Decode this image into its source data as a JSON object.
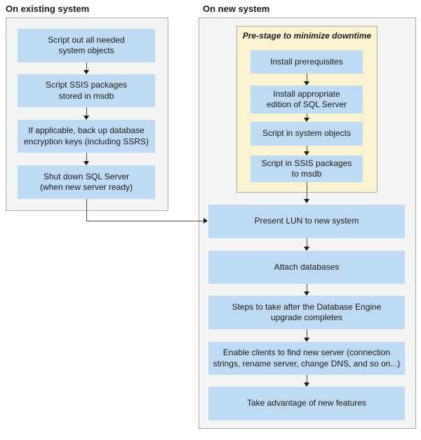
{
  "diagram": {
    "left": {
      "title": "On existing system",
      "steps": [
        "Script out all needed\nsystem objects",
        "Script SSIS packages\nstored in msdb",
        "If applicable, back up database\nencryption keys (including SSRS)",
        "Shut down SQL Server\n(when new server ready)"
      ]
    },
    "right": {
      "title": "On new system",
      "prestage": {
        "title": "Pre-stage to minimize downtime",
        "steps": [
          "Install prerequisites",
          "Install appropriate\nedition of SQL Server",
          "Script in system objects",
          "Script in SSIS packages\nto msdb"
        ]
      },
      "steps": [
        "Present LUN to new system",
        "Attach databases",
        "Steps to take after the Database Engine\nupgrade completes",
        "Enable clients to find new server (connection\nstrings, rename server, change DNS, and so on...)",
        "Take advantage of new features"
      ]
    },
    "colors": {
      "box_fill": "#bedbf3",
      "panel_fill": "#f4f4f4",
      "panel_border": "#ababab",
      "prestage_fill": "#faf3d2",
      "prestage_border": "#aeaea4",
      "arrow_line": "#4c4c4c",
      "arrow_head": "#191919",
      "text": "#1b1b1b"
    }
  }
}
